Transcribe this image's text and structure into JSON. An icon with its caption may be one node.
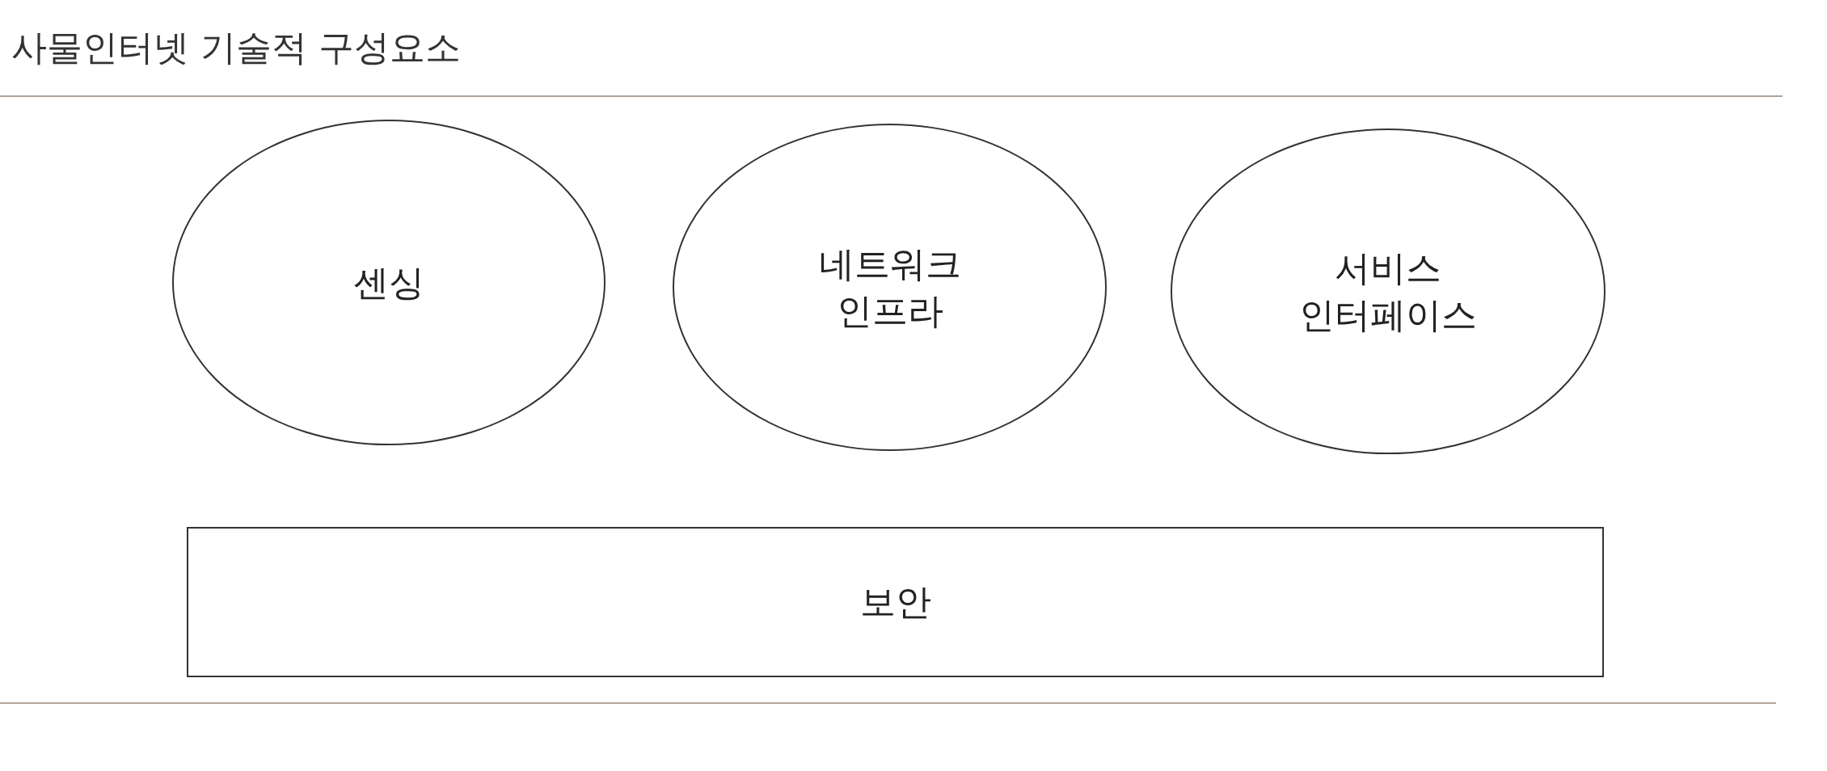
{
  "diagram": {
    "title": "사물인터넷 기술적 구성요소",
    "nodes": [
      {
        "text": [
          "센싱"
        ]
      },
      {
        "text": [
          "네트워크 인프라"
        ]
      },
      {
        "text": [
          "서비스 인터페이스"
        ]
      },
      {
        "text": [
          "보안"
        ]
      }
    ]
  }
}
